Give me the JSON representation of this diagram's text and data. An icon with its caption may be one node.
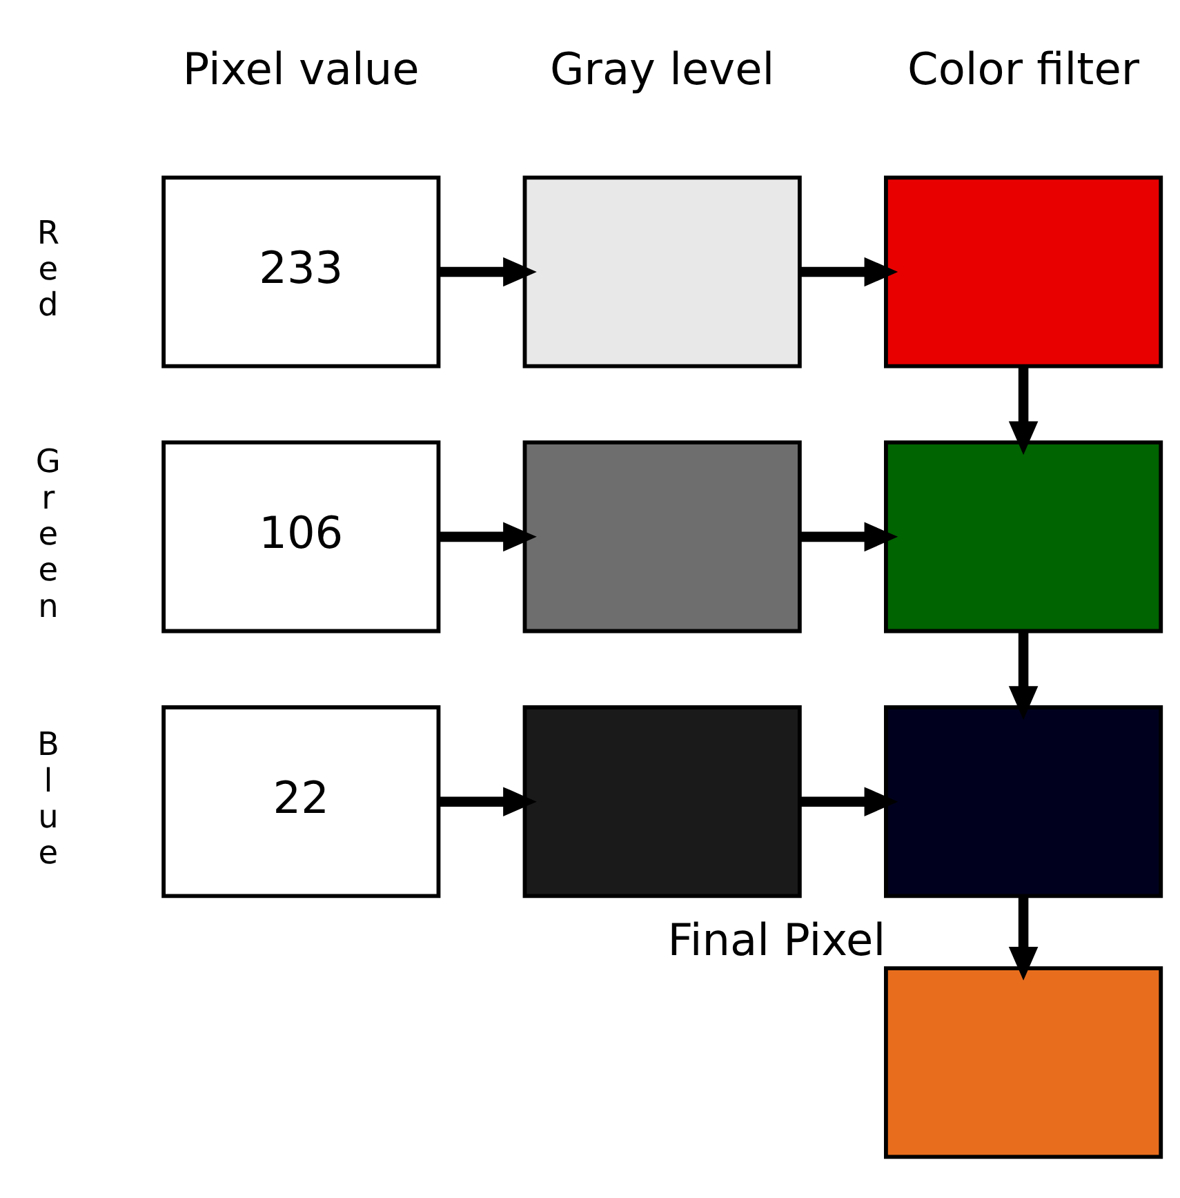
{
  "diagram": {
    "nodes": [
      {
        "text": [
          "233"
        ]
      },
      {
        "text": [],
        "shape": "box"
      },
      {
        "text": [],
        "shape": "box"
      },
      {
        "text": [
          "106"
        ]
      },
      {
        "text": [],
        "shape": "box"
      },
      {
        "text": [],
        "shape": "box"
      },
      {
        "text": [
          "22"
        ]
      },
      {
        "text": [],
        "shape": "box"
      },
      {
        "text": [],
        "shape": "box"
      },
      {
        "text": [],
        "shape": "box",
        "beside": [
          "Final Pixel"
        ]
      }
    ],
    "edges": [
      {
        "from": 0,
        "to": 1,
        "arrow": "to"
      },
      {
        "from": 1,
        "to": 2,
        "arrow": "to"
      },
      {
        "from": 2,
        "to": 5,
        "arrow": "to"
      },
      {
        "from": 3,
        "to": 4,
        "arrow": "to"
      },
      {
        "from": 4,
        "to": 5,
        "arrow": "to"
      },
      {
        "from": 5,
        "to": 8,
        "arrow": "to"
      },
      {
        "from": 6,
        "to": 7,
        "arrow": "to"
      },
      {
        "from": 7,
        "to": 8,
        "arrow": "to"
      },
      {
        "from": 8,
        "to": 9,
        "arrow": "to"
      }
    ],
    "labels": [
      "Pixel value",
      "Gray level",
      "Color filter",
      "Red",
      "Green",
      "Blue"
    ]
  }
}
